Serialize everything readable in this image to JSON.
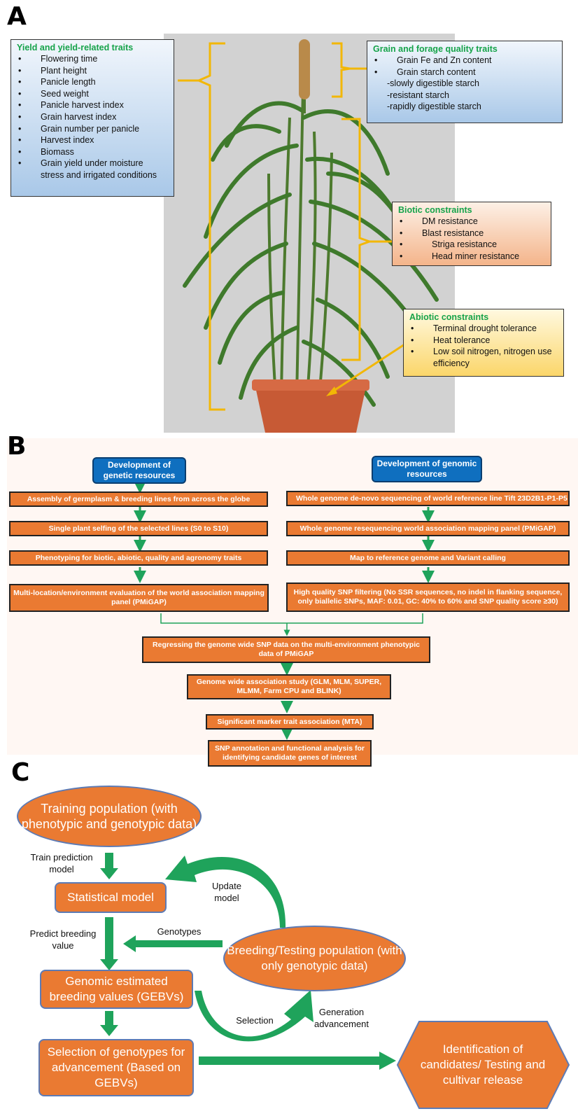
{
  "panels": {
    "a": "A",
    "b": "B",
    "c": "C"
  },
  "panel_a": {
    "yield": {
      "title": "Yield and yield-related traits",
      "items": [
        "Flowering time",
        "Plant height",
        "Panicle length",
        "Seed weight",
        "Panicle harvest index",
        "Grain harvest index",
        "Grain number per panicle",
        "Harvest index",
        "Biomass",
        "Grain yield under moisture stress and irrigated conditions"
      ]
    },
    "quality": {
      "title": "Grain and forage quality traits",
      "items": [
        "Grain Fe and Zn content",
        "Grain starch content"
      ],
      "subitems": [
        "-slowly digestible starch",
        "-resistant starch",
        "-rapidly digestible starch"
      ]
    },
    "biotic": {
      "title": "Biotic constraints",
      "items": [
        "DM resistance",
        "Blast resistance",
        "Striga resistance",
        "Head miner resistance"
      ]
    },
    "abiotic": {
      "title": "Abiotic constraints",
      "items": [
        "Terminal drought tolerance",
        "Heat tolerance",
        "Low soil nitrogen, nitrogen use efficiency"
      ]
    },
    "colors": {
      "bracket": "#f2b705",
      "title_green": "#16a34a"
    }
  },
  "panel_b": {
    "genetic_header": "Development of genetic resources",
    "genomic_header": "Development of genomic resources",
    "genetic_steps": [
      "Assembly of germplasm & breeding lines from across the globe",
      "Single plant selfing of the selected lines (S0 to S10)",
      "Phenotyping for biotic, abiotic, quality and agronomy traits",
      "Multi-location/environment evaluation of the world association mapping panel (PMiGAP)"
    ],
    "genomic_steps": [
      "Whole genome de-novo sequencing of world reference line Tift 23D2B1-P1-P5",
      "Whole genome resequencing world association mapping panel (PMiGAP)",
      "Map to reference genome and Variant calling",
      "High quality SNP filtering (No SSR sequences, no indel in flanking sequence, only biallelic SNPs, MAF: 0.01, GC: 40% to 60% and SNP quality score ≥30)"
    ],
    "merge_steps": [
      "Regressing the genome wide SNP data on the multi-environment phenotypic data of PMiGAP",
      "Genome wide association study (GLM, MLM, SUPER, MLMM, Farm CPU and BLINK)",
      "Significant marker trait association (MTA)",
      "SNP annotation and functional analysis for identifying candidate genes of interest"
    ],
    "colors": {
      "box": "#ea7a32",
      "header": "#0f6fbf",
      "arrow": "#1fa35b"
    }
  },
  "panel_c": {
    "training": "Training population (with phenotypic and genotypic data)",
    "model": "Statistical model",
    "gebv": "Genomic estimated breeding values (GEBVs)",
    "selection_box": "Selection of genotypes for advancement (Based on GEBVs)",
    "breeding": "Breeding/Testing population (with only genotypic data)",
    "identification": "Identification of candidates/ Testing and cultivar release",
    "labels": {
      "train": "Train prediction model",
      "update": "Update model",
      "genotypes": "Genotypes",
      "predict": "Predict breeding value",
      "selection": "Selection",
      "generation": "Generation advancement"
    },
    "colors": {
      "box": "#ea7a32",
      "arrow": "#1fa35b"
    }
  }
}
